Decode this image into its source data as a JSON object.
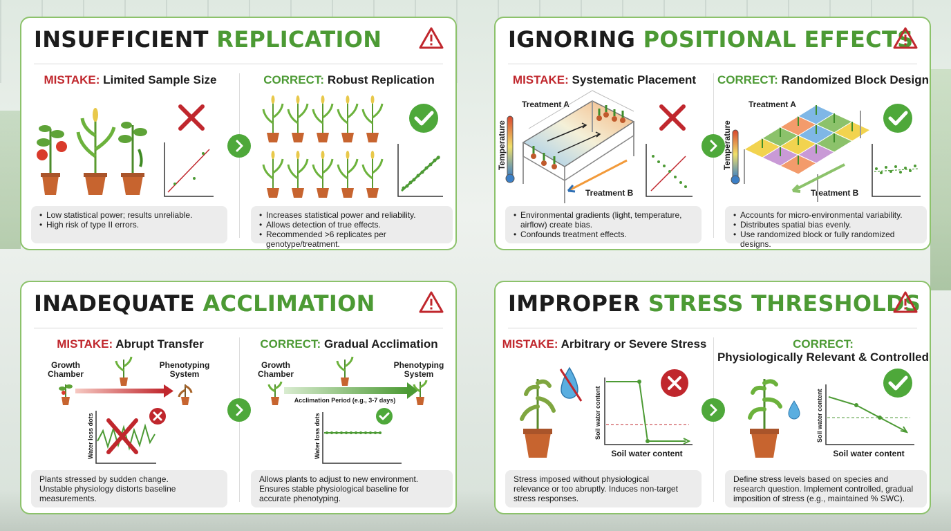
{
  "panels": [
    {
      "title_dark": "INSUFFICIENT",
      "title_green": "REPLICATION",
      "mistake_prefix": "MISTAKE:",
      "mistake_text": "Limited Sample Size",
      "correct_prefix": "CORRECT:",
      "correct_text": "Robust Replication",
      "mistake_notes": [
        "Low statistical power; results unreliable.",
        "High risk of type II errors."
      ],
      "correct_notes": [
        "Increases statistical power and reliability.",
        "Allows detection of true effects.",
        "Recommended >6 replicates per genotype/treatment."
      ]
    },
    {
      "title_dark": "IGNORING",
      "title_green": "POSITIONAL EFFECTS",
      "mistake_prefix": "MISTAKE:",
      "mistake_text": "Systematic Placement",
      "correct_prefix": "CORRECT:",
      "correct_text": "Randomized Block Design",
      "treatment_a": "Treatment A",
      "treatment_b": "Treatment B",
      "temperature": "Temperature",
      "mistake_notes": [
        "Environmental gradients (light, temperature, airflow) create bias.",
        "Confounds treatment effects."
      ],
      "correct_notes": [
        "Accounts for micro-environmental variability.",
        "Distributes spatial bias evenly.",
        "Use randomized block or fully randomized designs."
      ]
    },
    {
      "title_dark": "INADEQUATE",
      "title_green": "ACCLIMATION",
      "mistake_prefix": "MISTAKE:",
      "mistake_text": "Abrupt Transfer",
      "correct_prefix": "CORRECT:",
      "correct_text": "Gradual Acclimation",
      "growth_chamber": [
        "Growth",
        "Chamber"
      ],
      "phenotyping_system": [
        "Phenotyping",
        "System"
      ],
      "acclimation_period": "Acclimation Period (e.g., 3-7 days)",
      "water_loss_left": "Water loss dots",
      "water_loss_right": "Water loss dots",
      "mistake_note": [
        "Plants stressed by sudden change.",
        "Unstable physiology distorts baseline",
        "measurements."
      ],
      "correct_note": [
        "Allows plants to adjust to new environment.",
        "Ensures stable physiological baseline for",
        "accurate phenotyping."
      ]
    },
    {
      "title_dark": "IMPROPER",
      "title_green": "STRESS THRESHOLDS",
      "mistake_prefix": "MISTAKE:",
      "mistake_text": "Arbitrary or Severe Stress",
      "correct_prefix": "CORRECT:",
      "correct_text": "Physiologically Relevant & Controlled",
      "y_axis": "Soil water content",
      "x_axis": "Soil water content",
      "mistake_note": [
        "Stress imposed without physiological",
        "relevance or too abruptly. Induces non-target",
        "stress responses."
      ],
      "correct_note": [
        "Define stress levels based on species and",
        "research question. Implement controlled, gradual",
        "imposition of stress (e.g., maintained % SWC)."
      ]
    }
  ],
  "colors": {
    "mistake_red": "#c0272d",
    "correct_green": "#4c9a34",
    "panel_border": "#8cc26b",
    "note_bg": "#ececec"
  }
}
